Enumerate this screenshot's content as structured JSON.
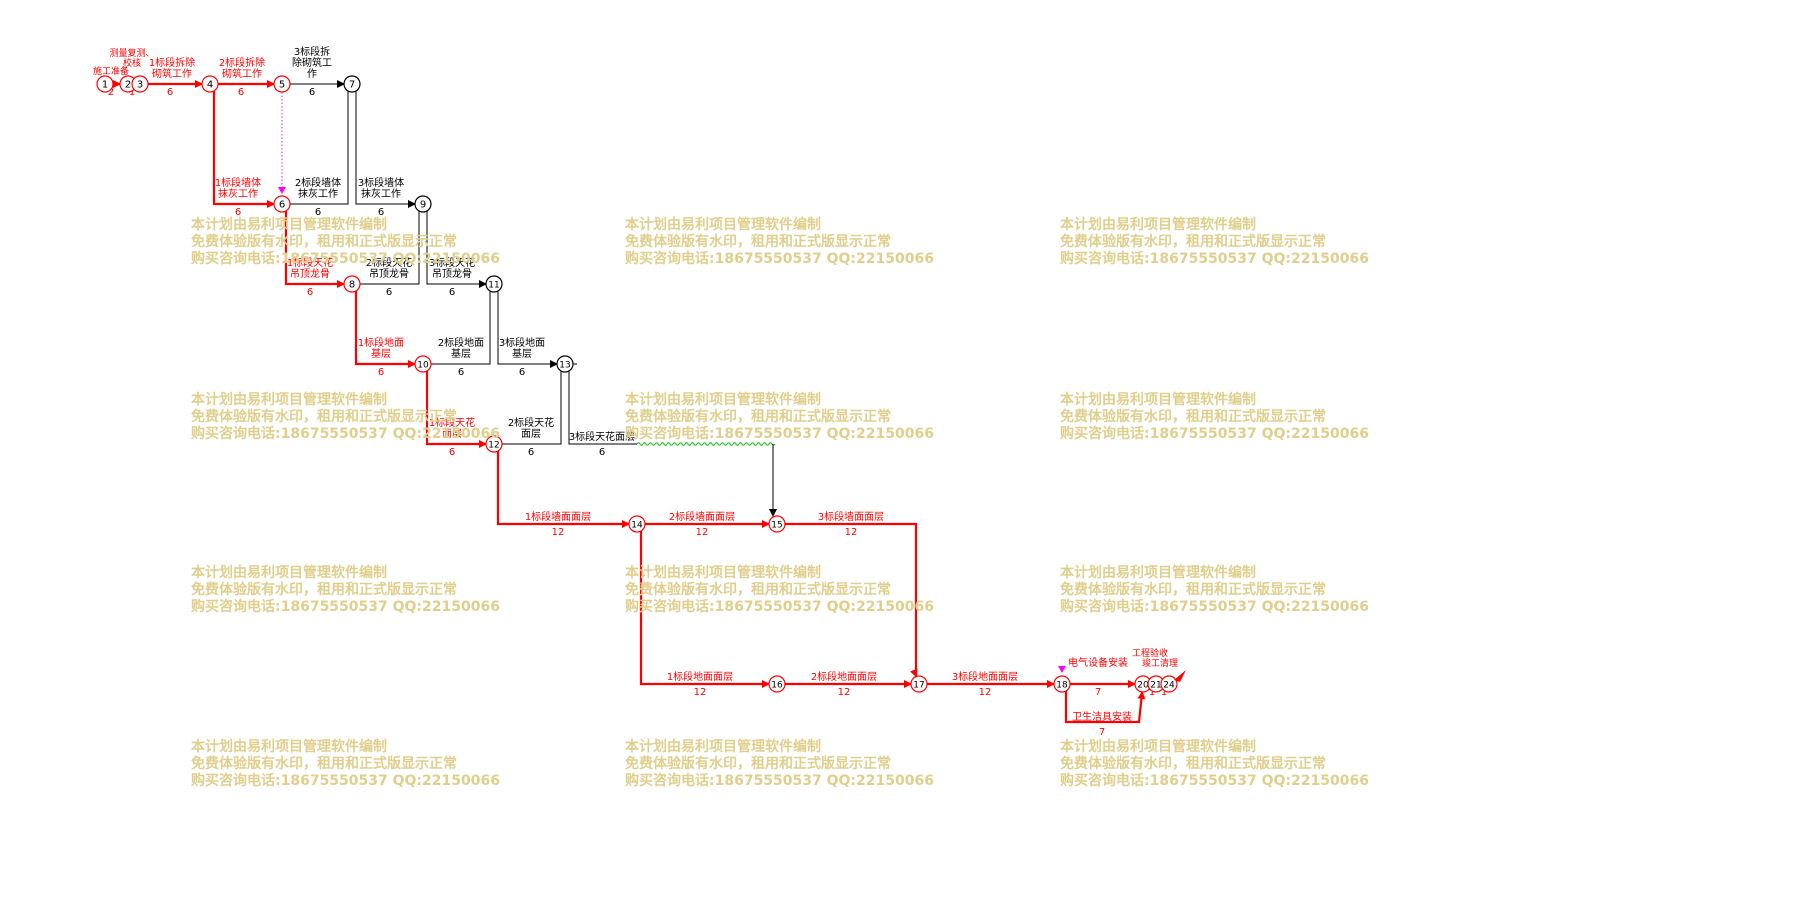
{
  "colors": {
    "critical": "#ff0000",
    "normal": "#000000",
    "free_float": "#00bb00",
    "dependency": "#cc33ff",
    "milestone": "#ff00ff",
    "watermark": "#e0cf8c"
  },
  "watermark": {
    "line1": "本计划由易利项目管理软件编制",
    "line2": "免费体验版有水印，租用和正式版显示正常",
    "line3": "购买咨询电话:18675550537 QQ:22150066"
  },
  "nodes": [
    "1",
    "2",
    "3",
    "4",
    "5",
    "6",
    "7",
    "8",
    "9",
    "10",
    "11",
    "12",
    "13",
    "14",
    "15",
    "16",
    "17",
    "18",
    "20",
    "21",
    "24"
  ],
  "activities": [
    {
      "id": "a1",
      "from": "1",
      "to": "2",
      "label": "施工准备",
      "duration": "2",
      "critical": true
    },
    {
      "id": "a2",
      "from": "2",
      "to": "3",
      "label": "测量复测、校核",
      "duration": "1",
      "critical": true
    },
    {
      "id": "a3",
      "from": "3",
      "to": "4",
      "label": "1标段拆除砌筑工作",
      "duration": "6",
      "critical": true
    },
    {
      "id": "a4",
      "from": "4",
      "to": "5",
      "label": "2标段拆除砌筑工作",
      "duration": "6",
      "critical": true
    },
    {
      "id": "a5",
      "from": "5",
      "to": "7",
      "label": "3标段拆除砌筑工作",
      "duration": "6",
      "critical": false
    },
    {
      "id": "a6",
      "from": "4",
      "to": "6",
      "label": "1标段墙体抹灰工作",
      "duration": "6",
      "critical": true
    },
    {
      "id": "a7",
      "from": "6",
      "to": "7",
      "label": "2标段墙体抹灰工作",
      "duration": "6",
      "critical": false
    },
    {
      "id": "a8",
      "from": "7",
      "to": "9",
      "label": "3标段墙体抹灰工作",
      "duration": "6",
      "critical": false
    },
    {
      "id": "a9",
      "from": "6",
      "to": "8",
      "label": "1标段天花吊顶龙骨",
      "duration": "6",
      "critical": true
    },
    {
      "id": "a10",
      "from": "8",
      "to": "9",
      "label": "2标段天花吊顶龙骨",
      "duration": "6",
      "critical": false
    },
    {
      "id": "a11",
      "from": "9",
      "to": "11",
      "label": "3标段天花吊顶龙骨",
      "duration": "6",
      "critical": false
    },
    {
      "id": "a12",
      "from": "8",
      "to": "10",
      "label": "1标段地面基层",
      "duration": "6",
      "critical": true
    },
    {
      "id": "a13",
      "from": "10",
      "to": "11",
      "label": "2标段地面基层",
      "duration": "6",
      "critical": false
    },
    {
      "id": "a14",
      "from": "11",
      "to": "13",
      "label": "3标段地面基层",
      "duration": "6",
      "critical": false
    },
    {
      "id": "a15",
      "from": "10",
      "to": "12",
      "label": "1标段天花面层",
      "duration": "6",
      "critical": true
    },
    {
      "id": "a16",
      "from": "12",
      "to": "13",
      "label": "2标段天花面层",
      "duration": "6",
      "critical": false
    },
    {
      "id": "a17",
      "from": "13",
      "to": "15",
      "label": "3标段天花面层",
      "duration": "6",
      "critical": false
    },
    {
      "id": "a18",
      "from": "12",
      "to": "14",
      "label": "1标段墙面面层",
      "duration": "12",
      "critical": true
    },
    {
      "id": "a19",
      "from": "14",
      "to": "15",
      "label": "2标段墙面面层",
      "duration": "12",
      "critical": true
    },
    {
      "id": "a20",
      "from": "15",
      "to": "17",
      "label": "3标段墙面面层",
      "duration": "12",
      "critical": true
    },
    {
      "id": "a21",
      "from": "14",
      "to": "16",
      "label": "1标段地面面层",
      "duration": "12",
      "critical": true
    },
    {
      "id": "a22",
      "from": "16",
      "to": "17",
      "label": "2标段地面面层",
      "duration": "12",
      "critical": true
    },
    {
      "id": "a23",
      "from": "17",
      "to": "18",
      "label": "3标段地面面层",
      "duration": "12",
      "critical": true
    },
    {
      "id": "a24",
      "from": "18",
      "to": "20",
      "label": "电气设备安装",
      "duration": "7",
      "critical": true
    },
    {
      "id": "a25",
      "from": "18",
      "to": "20",
      "label": "卫生洁具安装",
      "duration": "7",
      "critical": true
    },
    {
      "id": "a26",
      "from": "20",
      "to": "21",
      "label": "竣工清理",
      "duration": "1",
      "critical": true
    },
    {
      "id": "a27",
      "from": "21",
      "to": "24",
      "label": "工程验收",
      "duration": "1",
      "critical": true
    }
  ]
}
